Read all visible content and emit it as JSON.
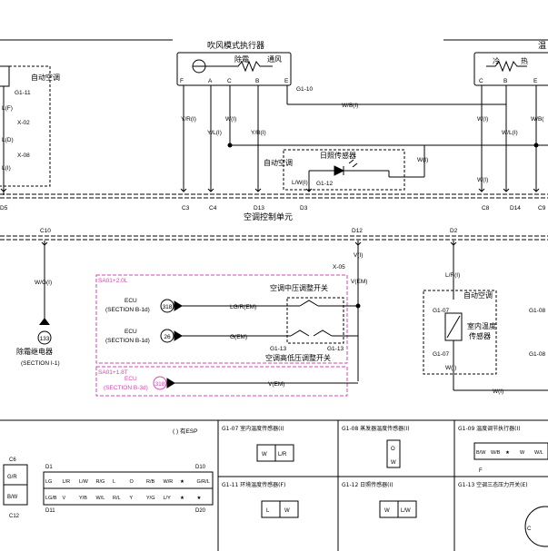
{
  "labels": {
    "blower_mode_actuator": "吹风模式执行器",
    "defrost": "除霜",
    "ventilation": "通风",
    "auto_ac_left": "自动空调",
    "cool": "冷",
    "heat": "热",
    "temp_partial": "温",
    "auto_ac_mid": "自动空调",
    "sunlight_sensor": "日照传感器",
    "g1_12": "G1-12",
    "ac_control_unit": "空调控制单元",
    "auto_ac_right": "自动空调",
    "indoor_temp_sensor_1": "室内温度",
    "indoor_temp_sensor_2": "传感器",
    "ac_mid_pressure_switch": "空调中压调整开关",
    "ac_high_low_pressure_switch": "空调高低压调整开关",
    "defrost_relay": "除霜继电器",
    "section_i1": "(SECTION I-1)",
    "sa01_20l": "SA01+2.0L",
    "sa01_18t": "SA01+1.8T",
    "ecu": "ECU",
    "section_b1d": "(SECTION B-1d)",
    "section_b3d": "(SECTION B-3d)",
    "has_esp": "( ) 有ESP"
  },
  "pins": {
    "F": "F",
    "A": "A",
    "C": "C",
    "B": "B",
    "E": "E",
    "C2": "C",
    "B2": "B",
    "E2": "E",
    "g1_11": "G1-11",
    "g1_10": "G1-10",
    "g1_13a": "G1-13",
    "g1_13b": "G1-13",
    "g1_07a": "G1-07",
    "g1_07b": "G1-07",
    "g1_08": "G1-08",
    "g1_08b": "G1-08",
    "x02": "X-02",
    "x08": "X-08",
    "x05": "X-05",
    "D5": "D5",
    "C3": "C3",
    "C4": "C4",
    "D13": "D13",
    "D3": "D3",
    "C8": "C8",
    "D14": "D14",
    "C9": "C9",
    "C10": "C10",
    "D12": "D12",
    "D2": "D2",
    "n133": "133",
    "n318": "318",
    "n26": "26",
    "n318b": "318"
  },
  "wires": {
    "LF": "L(F)",
    "LD": "L(D)",
    "LI": "L(I)",
    "YRI": "Y/R(I)",
    "YLI": "Y/L(I)",
    "WI": "W(I)",
    "YBI": "Y/B(I)",
    "WBI": "W/B(I)",
    "LWI": "L/W(I)",
    "WI2": "W(I)",
    "WI3": "W(I)",
    "WLI": "W/L(I)",
    "WBI2": "W/B(",
    "VI": "V(I)",
    "VEM": "V(EM)",
    "WGI": "W/G(I)",
    "LGREM": "LG/R(EM)",
    "GEM": "G(EM)",
    "VEM2": "V(EM)",
    "LRI": "L/R(I)",
    "WI4": "W(I)",
    "WII": "W(I)"
  },
  "connector_panel": {
    "c6": "C6",
    "d1": "D1",
    "d10": "D10",
    "d11": "D11",
    "d20": "D20",
    "c12": "C12",
    "gr": "G/R",
    "bw": "B/W",
    "row1": [
      "LG",
      "L/R",
      "L/W",
      "R/G",
      "L",
      "O",
      "R/B",
      "W/R",
      "★",
      "G/R/L"
    ],
    "row2": [
      "LG/B",
      "V",
      "Y/B",
      "W/L",
      "R/L",
      "Y",
      "Y/G",
      "L/Y",
      "★",
      "★"
    ],
    "g1_07_title": "G1-07  室内温度传感器(I)",
    "g1_07_pins": [
      "W",
      "L/R"
    ],
    "g1_08_title": "G1-08  蒸发器温度传感器(I)",
    "g1_08_pins": [
      "O",
      "W"
    ],
    "g1_09_title": "G1-09  温度调节执行器(I)",
    "g1_09_pins": [
      "B/W",
      "W/B",
      "★",
      "W",
      "W/L"
    ],
    "g1_09_f": "F",
    "g1_11_title": "G1-11  环境温度传感器(F)",
    "g1_11_pins": [
      "L",
      "W"
    ],
    "g1_12_title": "G1-12  日照传感器(I)",
    "g1_12_pins": [
      "W",
      "L/W"
    ],
    "g1_13_title": "G1-13  空调三态压力开关(E)",
    "g1_13_c": "C"
  }
}
